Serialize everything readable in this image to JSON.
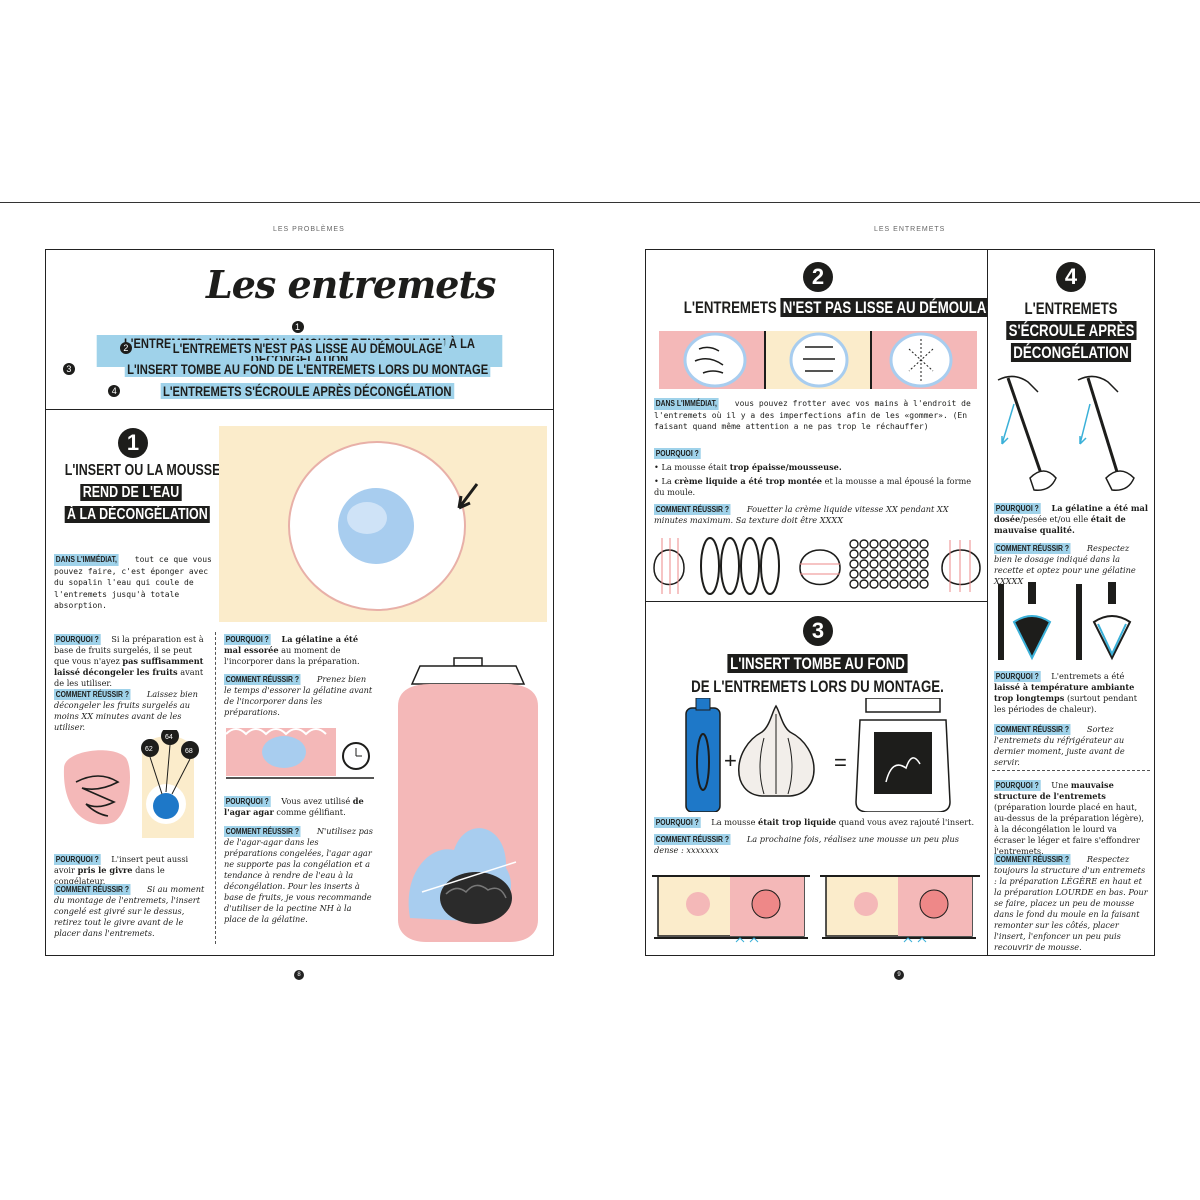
{
  "spread": {
    "left_running_head": "LES PROBLÈMES",
    "right_running_head": "LES ENTREMETS",
    "left_page_number": "8",
    "right_page_number": "9"
  },
  "header": {
    "title": "Les entremets",
    "toc": [
      {
        "num": "1",
        "text": "L'ENTREMETS, L'INSERT OU LA MOUSSE RENDS DE L'EAU À LA DÉCONGÉLATION"
      },
      {
        "num": "2",
        "text": "L'ENTREMETS N'EST PAS LISSE AU DÉMOULAGE"
      },
      {
        "num": "3",
        "text": "L'INSERT TOMBE AU FOND DE L'ENTREMETS LORS DU MONTAGE"
      },
      {
        "num": "4",
        "text": "L'ENTREMETS S'ÉCROULE APRÈS DÉCONGÉLATION"
      }
    ]
  },
  "s1": {
    "num": "1",
    "title_l1": "L'INSERT OU LA MOUSSE",
    "title_l2": "REND DE L'EAU",
    "title_l3": "À LA DÉCONGÉLATION",
    "immediate_label": "DANS L'IMMÉDIAT,",
    "immediate_text": " tout ce que vous pouvez faire, c'est éponger avec du sopalin l'eau qui coule de l'entremets jusqu'à totale absorption.",
    "why_label": "POURQUOI ?",
    "how_label": "COMMENT RÉUSSIR ?",
    "c1_why_a": " Si la préparation est à base de fruits surgelés, il se peut que vous n'ayez ",
    "c1_why_b": "pas suffisamment laissé décongeler les fruits",
    "c1_why_c": " avant de les utiliser.",
    "c1_how": " Laissez bien décongeler les fruits surgelés au moins XX minutes avant de les utiliser.",
    "c1_why2_a": " L'insert peut aussi avoir ",
    "c1_why2_b": "pris le givre",
    "c1_why2_c": " dans le congélateur.",
    "c1_how2": " Si au moment du montage de l'entremets, l'insert congelé est givré sur le dessus, retirez tout le givre avant de le placer dans l'entremets.",
    "c2_why_b": " La gélatine a été mal essorée",
    "c2_why_c": " au moment de l'incorporer dans la préparation.",
    "c2_how": " Prenez bien le temps d'essorer la gélatine avant de l'incorporer dans les préparations.",
    "c2_why2_a": " Vous avez utilisé ",
    "c2_why2_b": "de l'agar agar",
    "c2_why2_c": " comme gélifiant.",
    "c2_how2": " N'utilisez pas de l'agar-agar dans les préparations congelées, l'agar agar ne supporte pas la congélation et a tendance à rendre de l'eau à la décongélation. Pour les inserts à base de fruits, je vous recommande d'utiliser de la pectine NH à la place de la gélatine.",
    "thermo_labels": [
      "62",
      "64",
      "68"
    ]
  },
  "s2": {
    "num": "2",
    "title_a": "L'ENTREMETS",
    "title_b": "N'EST PAS LISSE AU DÉMOULAGE",
    "immediate_label": "DANS L'IMMÉDIAT,",
    "immediate_text": " vous pouvez frotter avec vos mains à l'endroit de l'entremets où il y a des imperfections afin de les «gommer». (En faisant quand même attention a ne pas trop le réchauffer)",
    "why_label": "POURQUOI ?",
    "b1_a": "La mousse était ",
    "b1_b": "trop épaisse/mousseuse.",
    "b2_a": "La ",
    "b2_b": "crème liquide a été trop montée",
    "b2_c": " et la mousse a mal épousé la forme du moule.",
    "how_label": "COMMENT RÉUSSIR ?",
    "how_text": " Fouetter la crème liquide vitesse XX pendant XX minutes maximum. Sa texture doit être XXXX"
  },
  "s3": {
    "num": "3",
    "title_l1": "L'INSERT TOMBE AU FOND",
    "title_l2": "DE L'ENTREMETS LORS DU MONTAGE.",
    "why_label": "POURQUOI ?",
    "why_a": " La mousse ",
    "why_b": "était trop liquide",
    "why_c": " quand vous avez rajouté l'insert.",
    "how_label": "COMMENT RÉUSSIR ?",
    "how_text": " La prochaine fois, réalisez une mousse un peu plus dense : xxxxxxx"
  },
  "s4": {
    "num": "4",
    "title_l1": "L'ENTREMETS",
    "title_l2": "S'ÉCROULE APRÈS",
    "title_l3": "DÉCONGÉLATION",
    "why_label": "POURQUOI ?",
    "why1_a": " La gélatine a été mal ",
    "why1_b": "dosée",
    "why1_c": "/pesée et/ou elle ",
    "why1_d": "était de mauvaise qualité.",
    "how_label": "COMMENT RÉUSSIR ?",
    "how1": " Respectez bien le dosage indiqué dans la recette et optez pour une gélatine XXXXX",
    "why2_a": " L'entremets a été ",
    "why2_b": "laissé à température ambiante trop longtemps",
    "why2_c": " (surtout pendant les périodes de chaleur).",
    "how2": " Sortez l'entremets du réfrigérateur au dernier moment, juste avant de servir.",
    "why3_a": " Une ",
    "why3_b": "mauvaise structure de l'entremets",
    "why3_c": " (préparation lourde placé en haut, au-dessus de la préparation légère), à la décongélation le lourd va écraser le léger et faire s'effondrer l'entremets.",
    "how3": " Respectez toujours la structure d'un entremets : la préparation LÉGÈRE en haut et la préparation LOURDE en bas. Pour se faire, placez un peu de mousse dans le fond du moule en la faisant remonter sur les côtés, placer l'insert, l'enfoncer un peu puis recouvrir de mousse."
  },
  "colors": {
    "pink": "#f4b8b8",
    "blue": "#9fd2ea",
    "cream": "#fbeccb",
    "ink": "#1d1d1b"
  }
}
